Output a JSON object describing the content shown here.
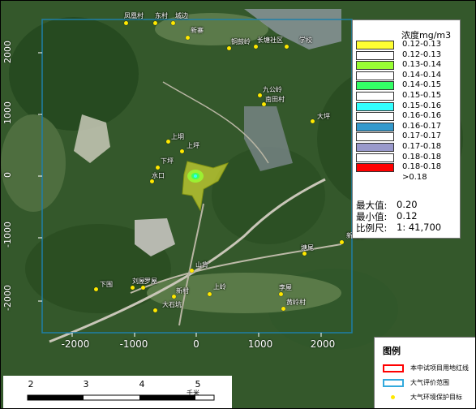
{
  "map": {
    "axes": {
      "y_ticks": [
        "2000",
        "1000",
        "0",
        "-1000",
        "-2000"
      ],
      "x_ticks": [
        "-2000",
        "-1000",
        "0",
        "1000",
        "2000"
      ]
    },
    "places": [
      {
        "label": "凤凰村",
        "dot": [
          154,
          27
        ],
        "text": [
          152,
          14
        ]
      },
      {
        "label": "东村",
        "dot": [
          190,
          27
        ],
        "text": [
          190,
          14
        ]
      },
      {
        "label": "城边",
        "dot": [
          212,
          27
        ],
        "text": [
          215,
          14
        ]
      },
      {
        "label": "新寨",
        "dot": [
          230,
          45
        ],
        "text": [
          234,
          32
        ]
      },
      {
        "label": "铜鼓岭",
        "dot": [
          281,
          58
        ],
        "text": [
          284,
          46
        ]
      },
      {
        "label": "长塘社区",
        "dot": [
          314,
          56
        ],
        "text": [
          316,
          44
        ]
      },
      {
        "label": "学校",
        "dot": [
          352,
          56
        ],
        "text": [
          368,
          44
        ]
      },
      {
        "label": "九公岭",
        "dot": [
          319,
          116
        ],
        "text": [
          323,
          105
        ]
      },
      {
        "label": "南田村",
        "dot": [
          324,
          127
        ],
        "text": [
          326,
          117
        ]
      },
      {
        "label": "大坪",
        "dot": [
          384,
          148
        ],
        "text": [
          390,
          138
        ]
      },
      {
        "label": "上垌",
        "dot": [
          206,
          173
        ],
        "text": [
          210,
          163
        ]
      },
      {
        "label": "上坪",
        "dot": [
          223,
          185
        ],
        "text": [
          229,
          174
        ]
      },
      {
        "label": "下坪",
        "dot": [
          193,
          205
        ],
        "text": [
          197,
          193
        ]
      },
      {
        "label": "水口",
        "dot": [
          186,
          222
        ],
        "text": [
          186,
          211
        ]
      },
      {
        "label": "塘尾",
        "dot": [
          374,
          311
        ],
        "text": [
          370,
          300
        ]
      },
      {
        "label": "新村寨",
        "dot": [
          420,
          297
        ],
        "text": [
          426,
          285
        ]
      },
      {
        "label": "山背",
        "dot": [
          235,
          332
        ],
        "text": [
          240,
          321
        ]
      },
      {
        "label": "下围",
        "dot": [
          117,
          355
        ],
        "text": [
          122,
          345
        ]
      },
      {
        "label": "刘屋",
        "dot": [
          162,
          353
        ],
        "text": [
          162,
          341
        ]
      },
      {
        "label": "罗屋",
        "dot": [
          175,
          353
        ],
        "text": [
          177,
          341
        ]
      },
      {
        "label": "新村",
        "dot": [
          213,
          364
        ],
        "text": [
          216,
          353
        ]
      },
      {
        "label": "上岭",
        "dot": [
          257,
          361
        ],
        "text": [
          262,
          348
        ]
      },
      {
        "label": "李屋",
        "dot": [
          345,
          361
        ],
        "text": [
          343,
          349
        ]
      },
      {
        "label": "黄岭村",
        "dot": [
          348,
          379
        ],
        "text": [
          352,
          367
        ]
      },
      {
        "label": "大石坑",
        "dot": [
          190,
          381
        ],
        "text": [
          199,
          370
        ]
      }
    ]
  },
  "concentration_legend": {
    "title": "浓度mg/m3",
    "entries": [
      {
        "label": "0.12-0.13",
        "color": "#ffff33"
      },
      {
        "label": "0.12-0.13",
        "color": "#ffffff"
      },
      {
        "label": "0.13-0.14",
        "color": "#99ff33"
      },
      {
        "label": "0.14-0.14",
        "color": "#ffffff"
      },
      {
        "label": "0.14-0.15",
        "color": "#33ff66"
      },
      {
        "label": "0.15-0.15",
        "color": "#ffffff"
      },
      {
        "label": "0.15-0.16",
        "color": "#33ffff"
      },
      {
        "label": "0.16-0.16",
        "color": "#ffffff"
      },
      {
        "label": "0.16-0.17",
        "color": "#3399cc"
      },
      {
        "label": "0.17-0.17",
        "color": "#ffffff"
      },
      {
        "label": "0.17-0.18",
        "color": "#9999cc"
      },
      {
        "label": "0.18-0.18",
        "color": "#ffffff"
      },
      {
        "label": "0.18-0.18",
        "color": "#ff0000"
      },
      {
        "label": ">0.18",
        "color": "#ffffff"
      }
    ],
    "max_label": "最大值:",
    "max_value": "0.20",
    "min_label": "最小值:",
    "min_value": "0.12",
    "scale_label": "比例尺:",
    "scale_value": "1: 41,700"
  },
  "map_legend": {
    "title": "图例",
    "items": [
      {
        "label": "本中试项目用地红线",
        "color": "#ff0000"
      },
      {
        "label": "大气评价范围",
        "color": "#33aadd"
      },
      {
        "label": "大气环境保护目标",
        "color": "#ffe800"
      }
    ]
  },
  "scalebar": {
    "numbers": [
      "2",
      "3",
      "4",
      "5"
    ],
    "unit": "千米"
  }
}
